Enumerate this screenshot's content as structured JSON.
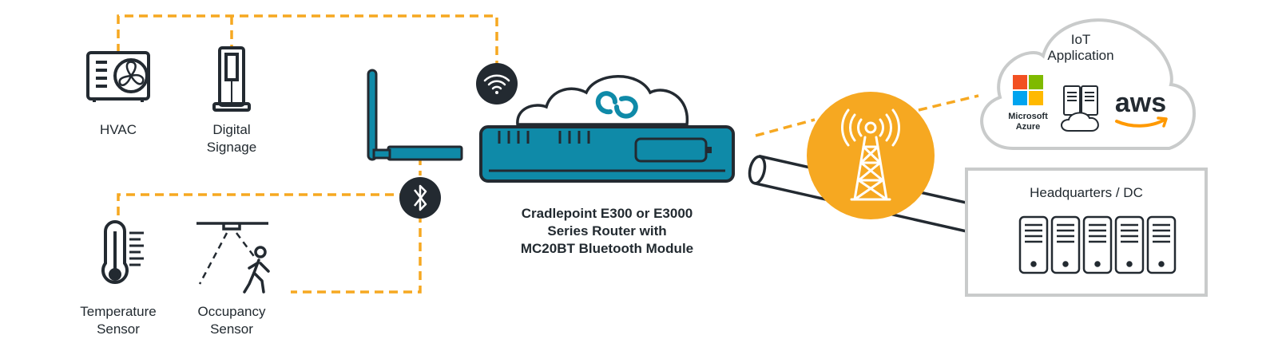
{
  "devices": {
    "hvac": {
      "label": "HVAC"
    },
    "signage": {
      "line1": "Digital",
      "line2": "Signage"
    },
    "temperature": {
      "line1": "Temperature",
      "line2": "Sensor"
    },
    "occupancy": {
      "line1": "Occupancy",
      "line2": "Sensor"
    }
  },
  "router": {
    "line1": "Cradlepoint E300 or E3000",
    "line2": "Series Router with",
    "line3": "MC20BT Bluetooth Module"
  },
  "cloud": {
    "line1": "IoT",
    "line2": "Application",
    "microsoft_line1": "Microsoft",
    "microsoft_line2": "Azure",
    "aws": "aws"
  },
  "headquarters": {
    "label": "Headquarters / DC"
  },
  "colors": {
    "teal": "#0f8aa8",
    "dark": "#232a31",
    "orange": "#f6a821",
    "gray": "#c9cbcb",
    "ms_red": "#f25022",
    "ms_green": "#7fba00",
    "ms_blue": "#00a4ef",
    "ms_yellow": "#ffb900",
    "aws_orange": "#ff9900"
  },
  "icons": [
    "wifi-icon",
    "bluetooth-icon",
    "cell-tower-icon",
    "cloud-sync-icon",
    "fan-icon",
    "thermometer-icon",
    "person-walking-icon",
    "server-icon"
  ]
}
